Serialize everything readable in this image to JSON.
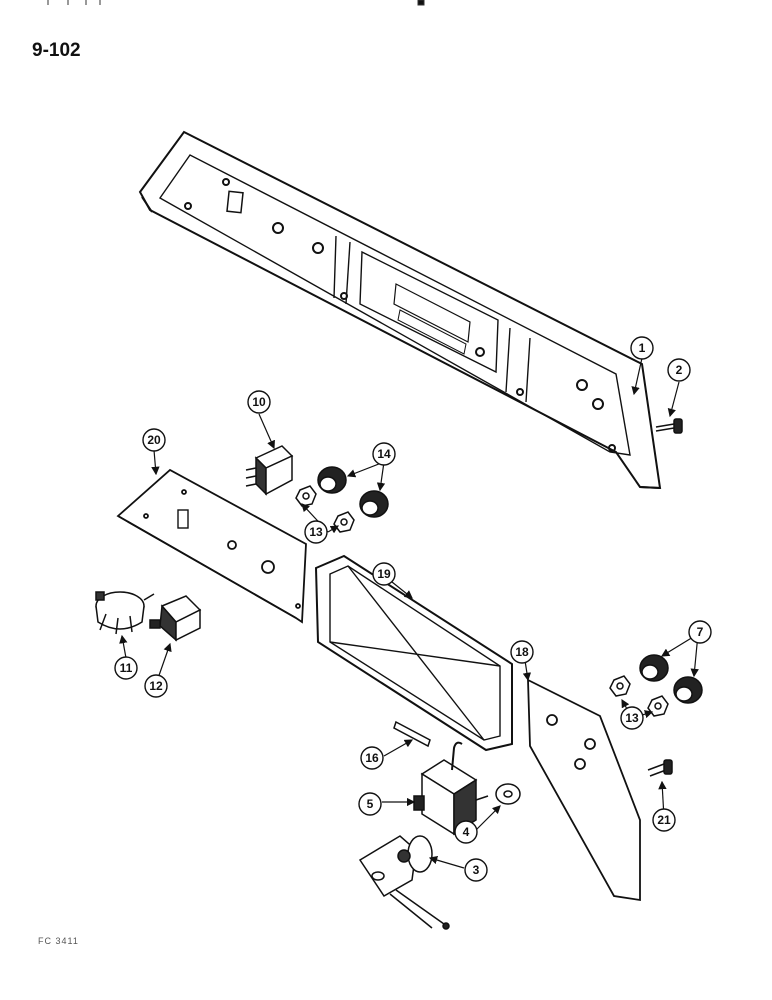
{
  "page_number": "9-102",
  "figure_code": "FC 3411",
  "callouts": [
    "1",
    "2",
    "3",
    "4",
    "5",
    "7",
    "10",
    "11",
    "12",
    "13",
    "14",
    "16",
    "18",
    "19",
    "20",
    "21"
  ]
}
